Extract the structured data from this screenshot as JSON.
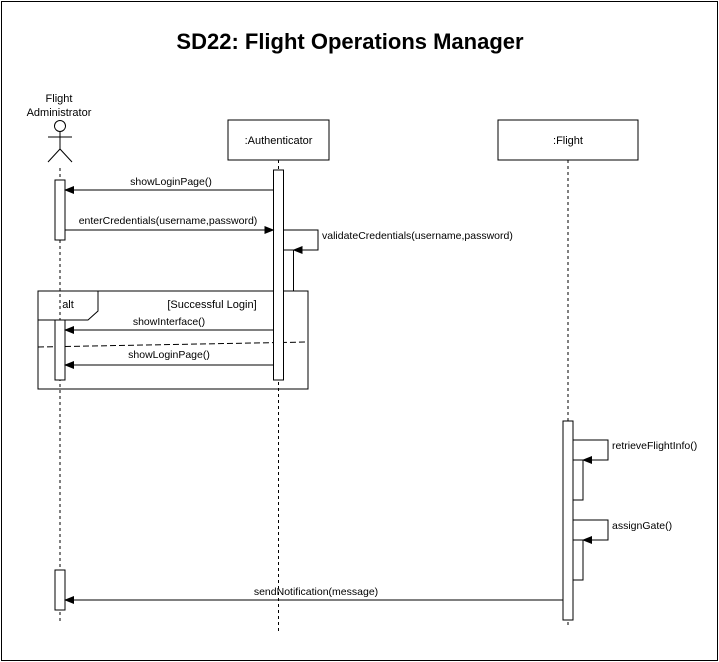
{
  "title": "SD22: Flight Operations Manager",
  "participants": {
    "actor": {
      "line1": "Flight",
      "line2": "Administrator"
    },
    "authenticator": ":Authenticator",
    "flight": ":Flight"
  },
  "messages": {
    "m1": "showLoginPage()",
    "m2": "enterCredentials(username,password)",
    "m3": "validateCredentials(username,password)",
    "m4": "showInterface()",
    "m5": "showLoginPage()",
    "m6": "retrieveFlightInfo()",
    "m7": "assignGate()",
    "m8": "sendNotification(message)"
  },
  "fragment": {
    "operator": "alt",
    "guard": "[Successful Login]"
  },
  "icons": {
    "actor": "stick-figure-icon",
    "arrow": "filled-arrowhead"
  }
}
